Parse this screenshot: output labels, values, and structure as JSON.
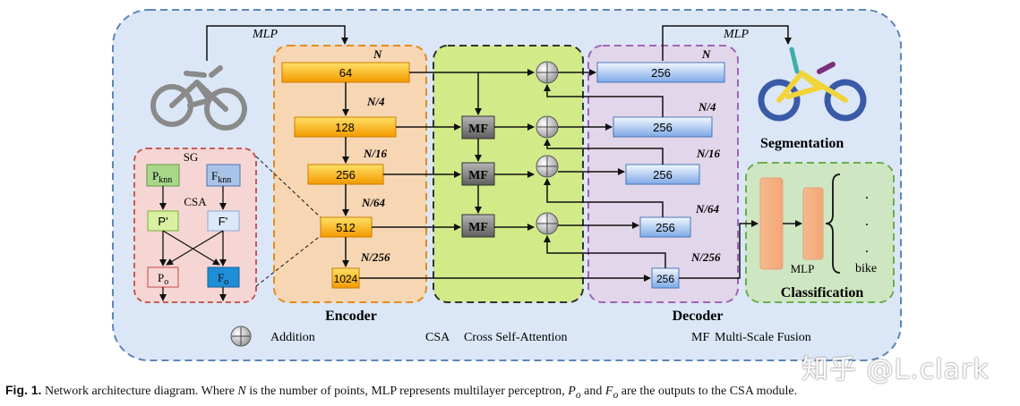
{
  "encoder": {
    "title": "Encoder",
    "blocks": [
      {
        "label": "64",
        "scale": "N"
      },
      {
        "label": "128",
        "scale": "N/4"
      },
      {
        "label": "256",
        "scale": "N/16"
      },
      {
        "label": "512",
        "scale": "N/64"
      },
      {
        "label": "1024",
        "scale": "N/256"
      }
    ]
  },
  "decoder": {
    "title": "Decoder",
    "blocks": [
      {
        "label": "256",
        "scale": "N"
      },
      {
        "label": "256",
        "scale": "N/4"
      },
      {
        "label": "256",
        "scale": "N/16"
      },
      {
        "label": "256",
        "scale": "N/64"
      },
      {
        "label": "256",
        "scale": "N/256"
      }
    ]
  },
  "mf_label": "MF",
  "mlp_top_left": "MLP",
  "mlp_top_right": "MLP",
  "segmentation_label": "Segmentation",
  "classification": {
    "title": "Classification",
    "mlp_label": "MLP",
    "dots": ".",
    "class_bike": "bike"
  },
  "sg_panel": {
    "sg_label": "SG",
    "csa_label": "CSA",
    "p_knn_main": "P",
    "p_knn_sub": "knn",
    "f_knn_main": "F",
    "f_knn_sub": "knn",
    "p_prime": "P'",
    "f_prime": "F'",
    "po_main": "P",
    "po_sub": "o",
    "fo_main": "F",
    "fo_sub": "o"
  },
  "legend": {
    "addition": "Addition",
    "csa": "CSA",
    "csa_desc": "Cross Self-Attention",
    "mf": "MF",
    "mf_desc": "Multi-Scale Fusion"
  },
  "caption": {
    "fig": "Fig. 1.",
    "part1": " Network architecture diagram. Where ",
    "n": "N",
    "part2": " is the number of points, MLP represents multilayer perceptron, ",
    "po_main": "P",
    "po_sub": "o",
    "part3": " and ",
    "fo_main": "F",
    "fo_sub": "o",
    "part4": " are the outputs to the CSA module."
  },
  "watermark": "知乎 @L.clark",
  "colors": {
    "background_panel": "#dbe7f7",
    "encoder_panel": "#f7d6b4",
    "csa_panel": "#d2ea88",
    "decoder_panel": "#e2d6ea",
    "classification_panel": "#cfe6c2",
    "sg_panel": "#f6d6d4",
    "encoder_block": "#f7a800",
    "decoder_block": "#8db4e8",
    "mf_block": "#7a7a7a",
    "bike_yellow": "#f1d43a",
    "bike_blue": "#3a5aa8"
  }
}
